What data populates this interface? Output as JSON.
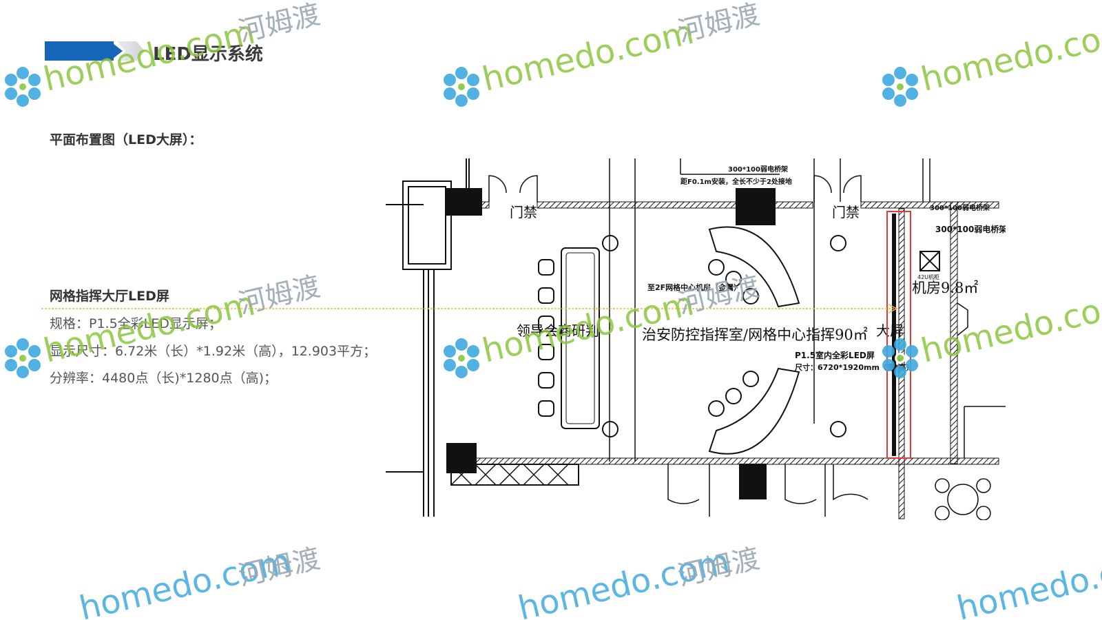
{
  "header": {
    "title": "LED显示系统"
  },
  "section": {
    "title": "平面布置图（LED大屏）："
  },
  "spec": {
    "heading": "网格指挥大厅LED屏",
    "lines": [
      "规格：P1.5全彩LED显示屏；",
      "显示尺寸：6.72米（长）*1.92米（高），12.903平方；",
      "分辨率：4480点（长)*1280点（高)；"
    ]
  },
  "floorplan": {
    "door_left": "门禁",
    "door_right": "门禁",
    "tray_top_1": "300*100弱电桥架",
    "tray_top_2": "距F0.1m安装，全长不少于2处接地",
    "tray_right_1": "300*100弱电桥架",
    "tray_right_2": "300*100弱电桥架，F0",
    "room_main": "治安防控指挥室/网格中心指挥90㎡",
    "room_left": "领导会商研判",
    "room_server": "机房9.8㎡",
    "screen_label": "大屏",
    "cabinet_note": "42U机柜",
    "led_label_1": "P1.5室内全彩LED屏",
    "led_label_2": "尺寸：6720*1920mm（宽*高）",
    "rear_note": "至2F网格中心机房（金属）"
  },
  "watermark": {
    "brand": "homedo.com",
    "cn": "河姆渡"
  },
  "colors": {
    "accent": "#1565b8",
    "wall": "#111111",
    "screen_highlight": "#e53935",
    "indicator_line": "#f5b83a",
    "watermark_blue": "#3fa9e0",
    "watermark_green": "#8cc63f"
  }
}
